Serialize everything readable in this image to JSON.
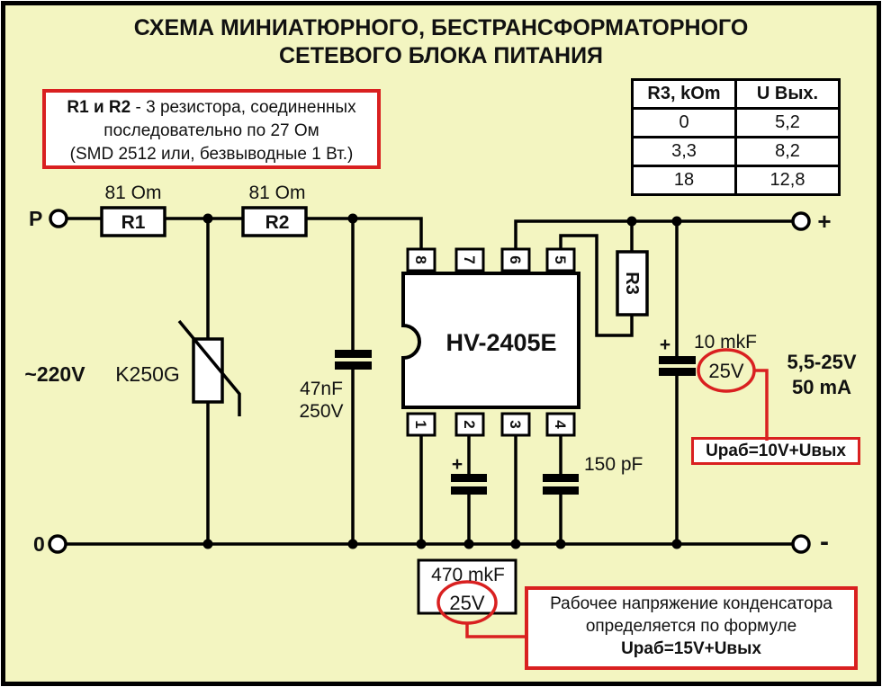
{
  "colors": {
    "background": "#f3f5c1",
    "accent_red": "#d92020",
    "wire": "#000000",
    "component_fill": "#ffffff"
  },
  "title": {
    "line1": "СХЕМА МИНИАТЮРНОГО, БЕСТРАНСФОРМАТОРНОГО",
    "line2": "СЕТЕВОГО  БЛОКА ПИТАНИЯ"
  },
  "note_r1r2": {
    "bold": "R1 и R2",
    "line1_rest": " - 3 резистора, соединенных",
    "line2": "последовательно по 27 Ом",
    "line3": "(SMD 2512 или, безвыводные 1 Вт.)"
  },
  "results_table": {
    "headers": [
      "R3, kOm",
      "U Вых."
    ],
    "rows": [
      [
        "0",
        "5,2"
      ],
      [
        "3,3",
        "8,2"
      ],
      [
        "18",
        "12,8"
      ]
    ]
  },
  "terminals": {
    "phase": "P",
    "neutral": "0",
    "plus": "+",
    "minus": "-"
  },
  "labels": {
    "mains": "~220V",
    "varistor": "K250G",
    "r1": "R1",
    "r1_value": "81 Om",
    "r2": "R2",
    "r2_value": "81 Om",
    "r3": "R3",
    "ic": "HV-2405E",
    "cap_input_value": "47nF",
    "cap_input_voltage": "250V",
    "cap_out_plus": "+",
    "cap_out_value": "10 mkF",
    "cap_out_voltage": "25V",
    "cap_main_plus": "+",
    "cap_main_value": "470 mkF",
    "cap_main_voltage": "25V",
    "cap_pin4_value": "150 pF",
    "output_range": "5,5-25V",
    "output_current": "50 mA"
  },
  "pins": {
    "top": [
      "8",
      "7",
      "6",
      "5"
    ],
    "bottom": [
      "1",
      "2",
      "3",
      "4"
    ]
  },
  "callout_top": {
    "formula": "Uраб=10V+Uвых"
  },
  "callout_bottom": {
    "line1": "Рабочее напряжение конденсатора",
    "line2": "определяется по формуле",
    "formula": "Uраб=15V+Uвых"
  }
}
